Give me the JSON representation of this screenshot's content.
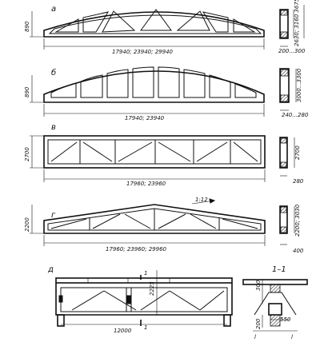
{
  "trusses": {
    "a": {
      "letter": "а",
      "height": "890",
      "span": "17940; 23940; 29940",
      "section_height": "2630; 3160\n3675",
      "section_width": "200...300"
    },
    "b": {
      "letter": "б",
      "height": "890",
      "span": "17940; 23940",
      "section_height": "3000...3300",
      "section_width": "240...280"
    },
    "v": {
      "letter": "в",
      "height": "2700",
      "span": "17960; 23960",
      "section_height": "2700",
      "section_width": "280"
    },
    "g": {
      "letter": "г",
      "height": "2200",
      "span": "17960; 23960; 29960",
      "slope": "1:12",
      "section_height": "2200; 3030",
      "section_width": "400"
    },
    "d": {
      "letter": "д",
      "height": "2225",
      "span": "12000",
      "section_mark": "1",
      "section_title": "1–1",
      "sec_dim_top": "300",
      "sec_dim_bottom": "200",
      "sec_dim_width": "550",
      "sec_dim_l1": "l",
      "sec_dim_l2": "l"
    }
  }
}
